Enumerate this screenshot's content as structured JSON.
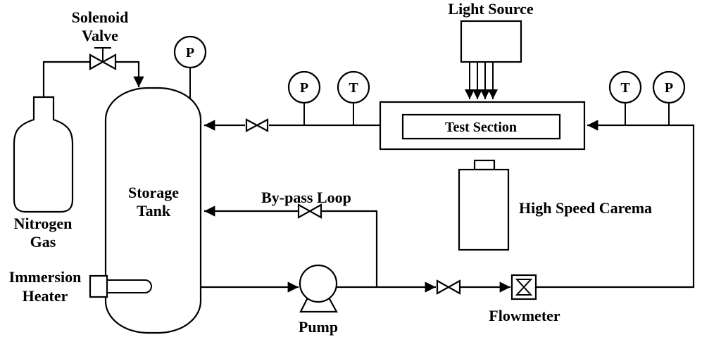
{
  "colors": {
    "line": "#000000",
    "background": "#ffffff"
  },
  "labels": {
    "solenoid_valve": [
      "Solenoid",
      "Valve"
    ],
    "nitrogen_gas": [
      "Nitrogen",
      "Gas"
    ],
    "storage_tank": [
      "Storage",
      "Tank"
    ],
    "immersion_heater": [
      "Immersion",
      "Heater"
    ],
    "light_source": "Light Source",
    "test_section": "Test Section",
    "high_speed_camera": "High Speed Carema",
    "bypass_loop": "By-pass Loop",
    "pump": "Pump",
    "flowmeter": "Flowmeter"
  },
  "gauges": {
    "tank_top_pressure": "P",
    "test_inlet_pressure": "P",
    "test_inlet_temperature": "T",
    "test_outlet_temperature": "T",
    "test_outlet_pressure": "P"
  }
}
